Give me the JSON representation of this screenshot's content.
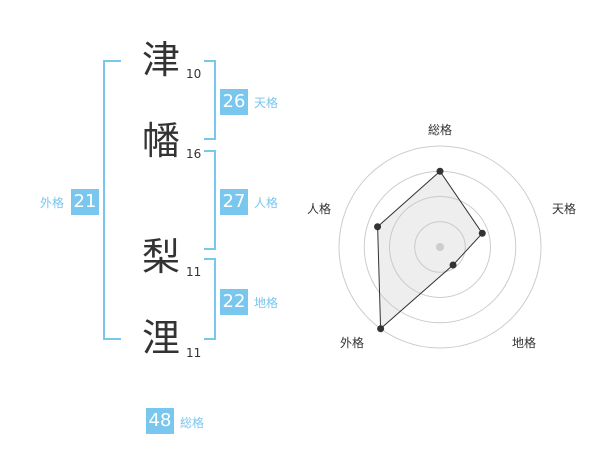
{
  "colors": {
    "accent": "#79c6ef",
    "text": "#333333"
  },
  "name": [
    {
      "char": "津",
      "strokes": "10"
    },
    {
      "char": "幡",
      "strokes": "16"
    },
    {
      "char": "梨",
      "strokes": "11"
    },
    {
      "char": "浬",
      "strokes": "11"
    }
  ],
  "kakusu": {
    "tenkaku": {
      "value": "26",
      "label": "天格"
    },
    "jinkaku": {
      "value": "27",
      "label": "人格"
    },
    "chikaku": {
      "value": "22",
      "label": "地格"
    },
    "gaikaku": {
      "value": "21",
      "label": "外格"
    },
    "soukaku": {
      "value": "48",
      "label": "総格"
    }
  },
  "chart_data": {
    "type": "radar",
    "axes": [
      "総格",
      "天格",
      "地格",
      "外格",
      "人格"
    ],
    "values": [
      0.75,
      0.44,
      0.22,
      1.0,
      0.65
    ],
    "rmax": 1.0,
    "rings": 4
  }
}
